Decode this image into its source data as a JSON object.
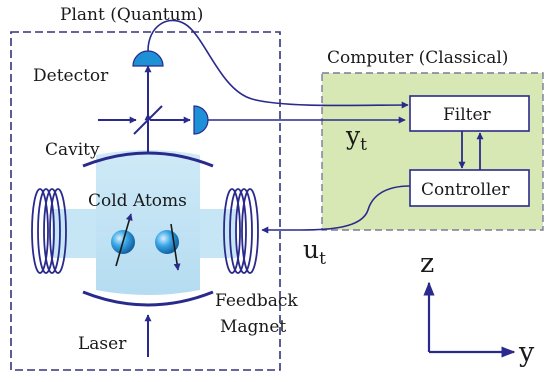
{
  "plant_label": "Plant (Quantum)",
  "computer_label": "Computer (Classical)",
  "detector_label": "Detector",
  "cavity_label": "Cavity",
  "cold_atoms_label": "Cold Atoms",
  "laser_label": "Laser",
  "feedback_magnet_label_line1": "Feedback",
  "feedback_magnet_label_line2": "Magnet",
  "filter_label": "Filter",
  "controller_label": "Controller",
  "measurement_signal": {
    "base": "y",
    "sub": "t"
  },
  "control_signal": {
    "base": "u",
    "sub": "t"
  },
  "axes": {
    "z": "z",
    "y": "y"
  },
  "colors": {
    "line": "#2a2a8c",
    "plant_border": "#34347a",
    "computer_fill": "#d8e8b4",
    "computer_border": "#7a7a9c",
    "detector": "#1e90d6",
    "beam": "#bfe3f4",
    "atom": "#1f8fd0"
  }
}
